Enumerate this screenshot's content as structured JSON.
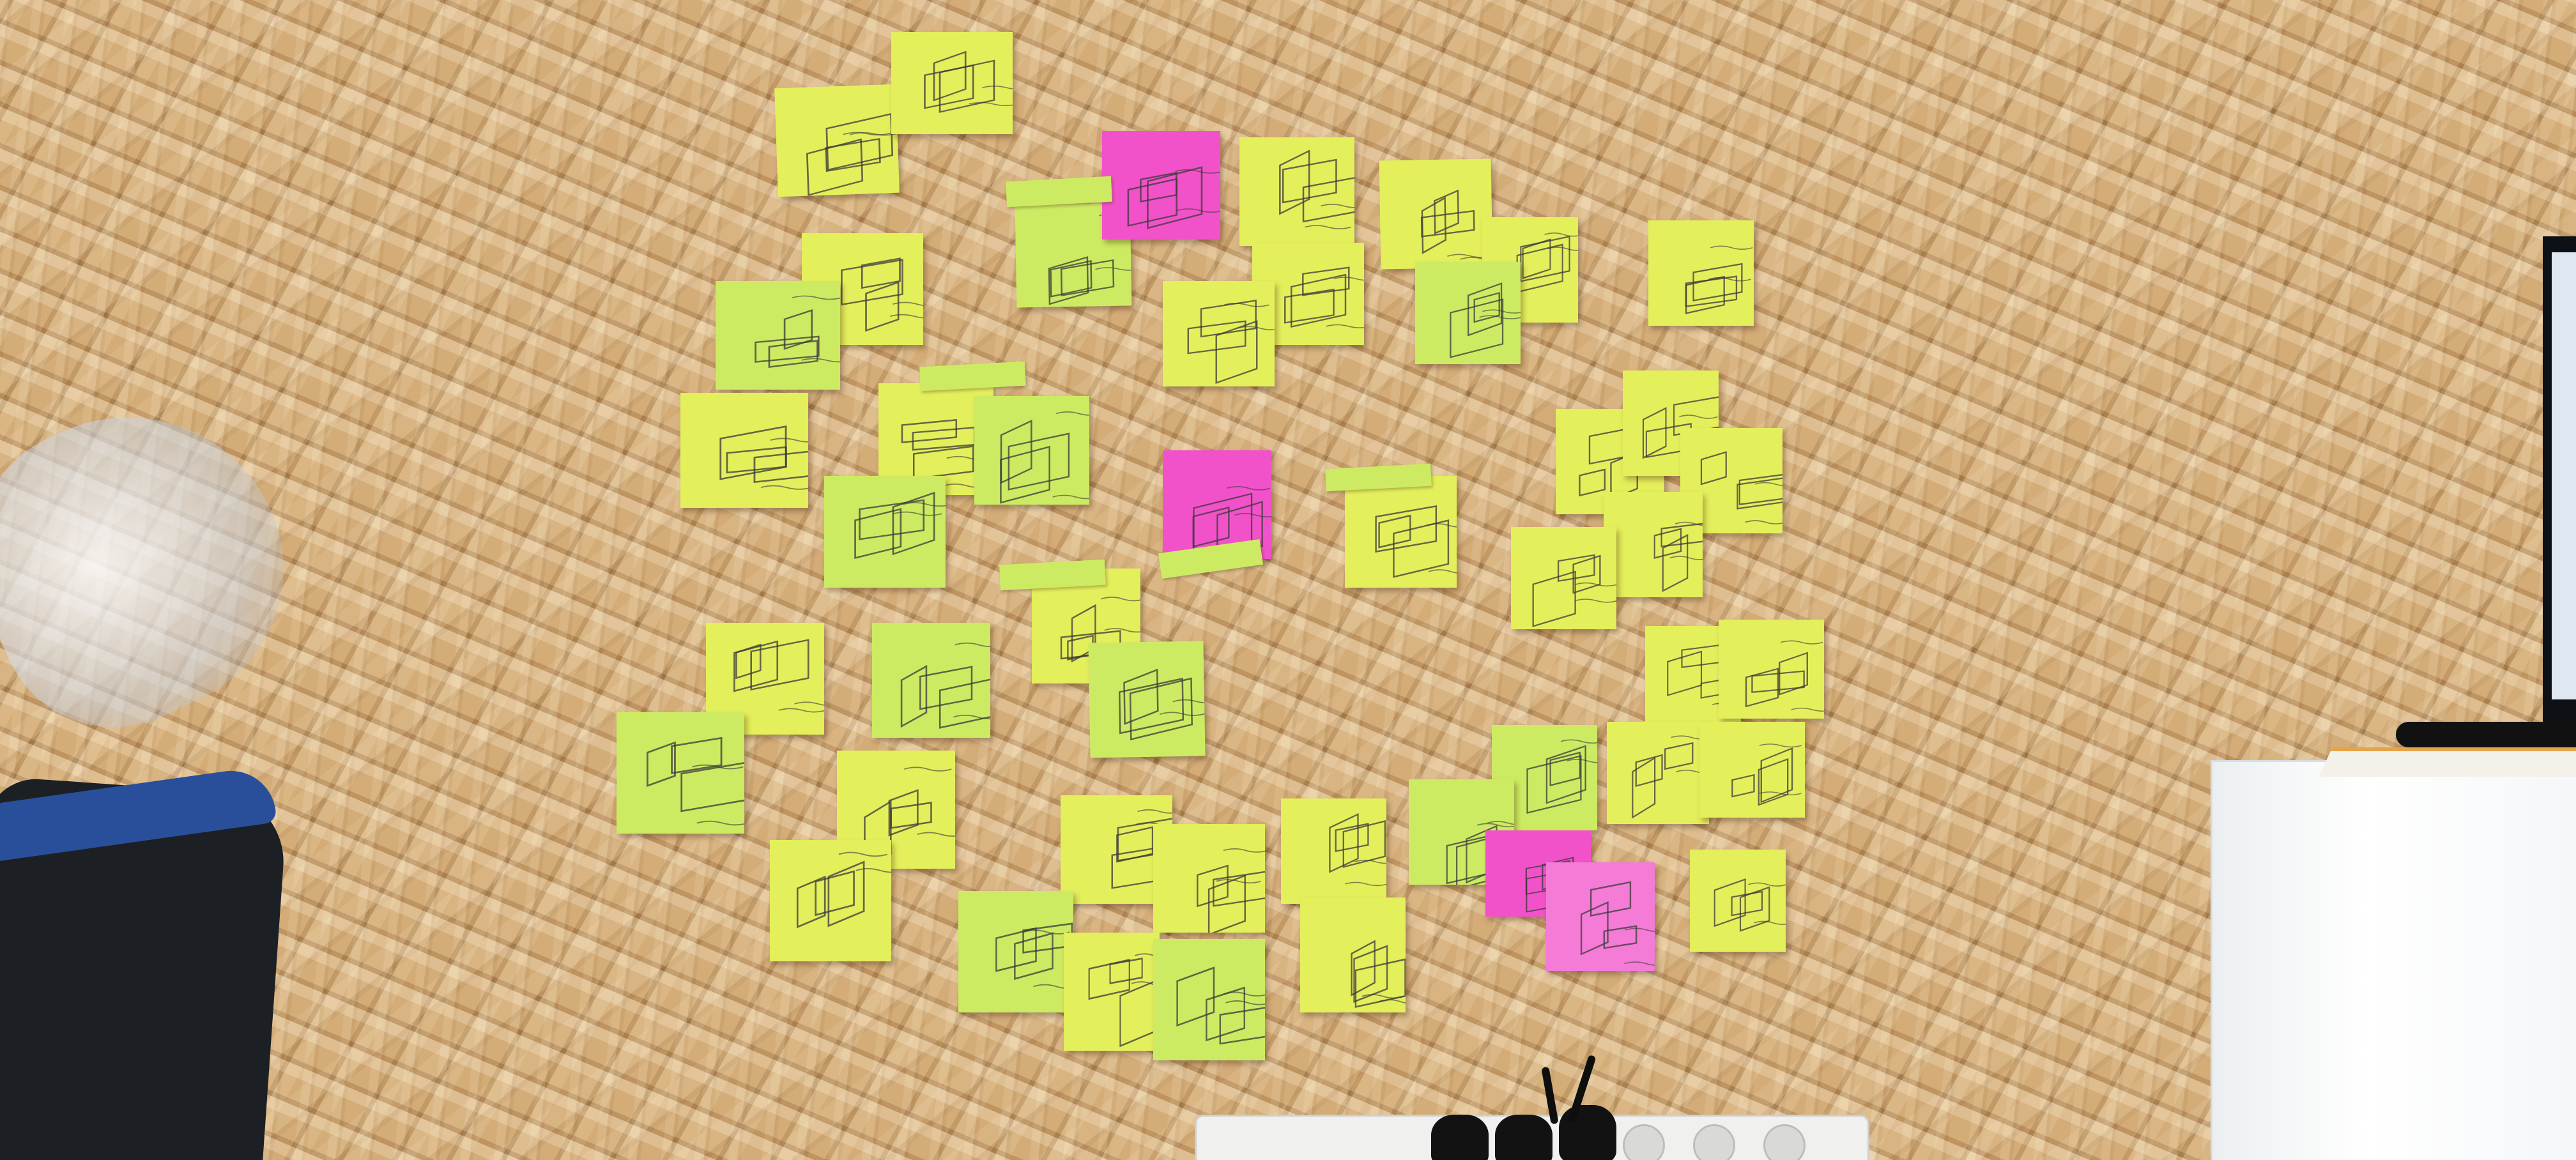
{
  "scene": {
    "colors": {
      "board": "#c89a63",
      "note_yellow": "#e4ef5c",
      "note_green": "#cdeb62",
      "note_pink": "#f252c9",
      "note_light_pink": "#f47bd6",
      "ink": "#3a3a3a"
    },
    "objects": [
      "osb-board",
      "sticky-notes",
      "office-chair",
      "plastic-bag",
      "white-cabinet",
      "monitor",
      "power-strip"
    ]
  }
}
